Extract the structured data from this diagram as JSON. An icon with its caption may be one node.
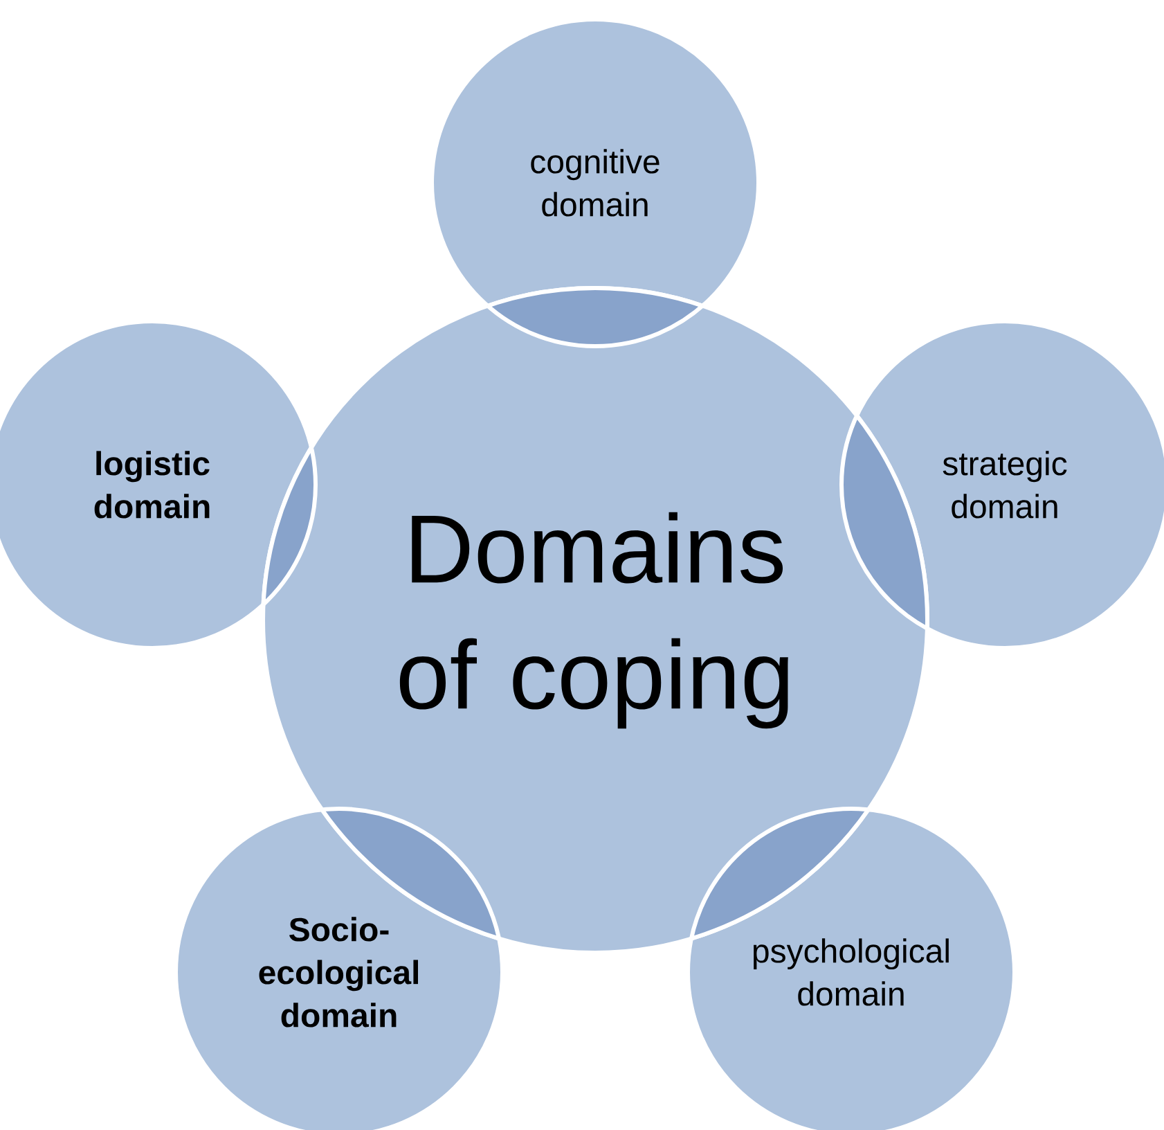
{
  "diagram": {
    "nodes": [
      {
        "text": [
          "Domains of coping"
        ]
      },
      {
        "text": [
          "cognitive domain"
        ]
      },
      {
        "text": [
          "logistic domain"
        ]
      },
      {
        "text": [
          "strategic domain"
        ]
      },
      {
        "text": [
          "Socio-ecological domain"
        ]
      },
      {
        "text": [
          "psychological domain"
        ]
      }
    ]
  }
}
